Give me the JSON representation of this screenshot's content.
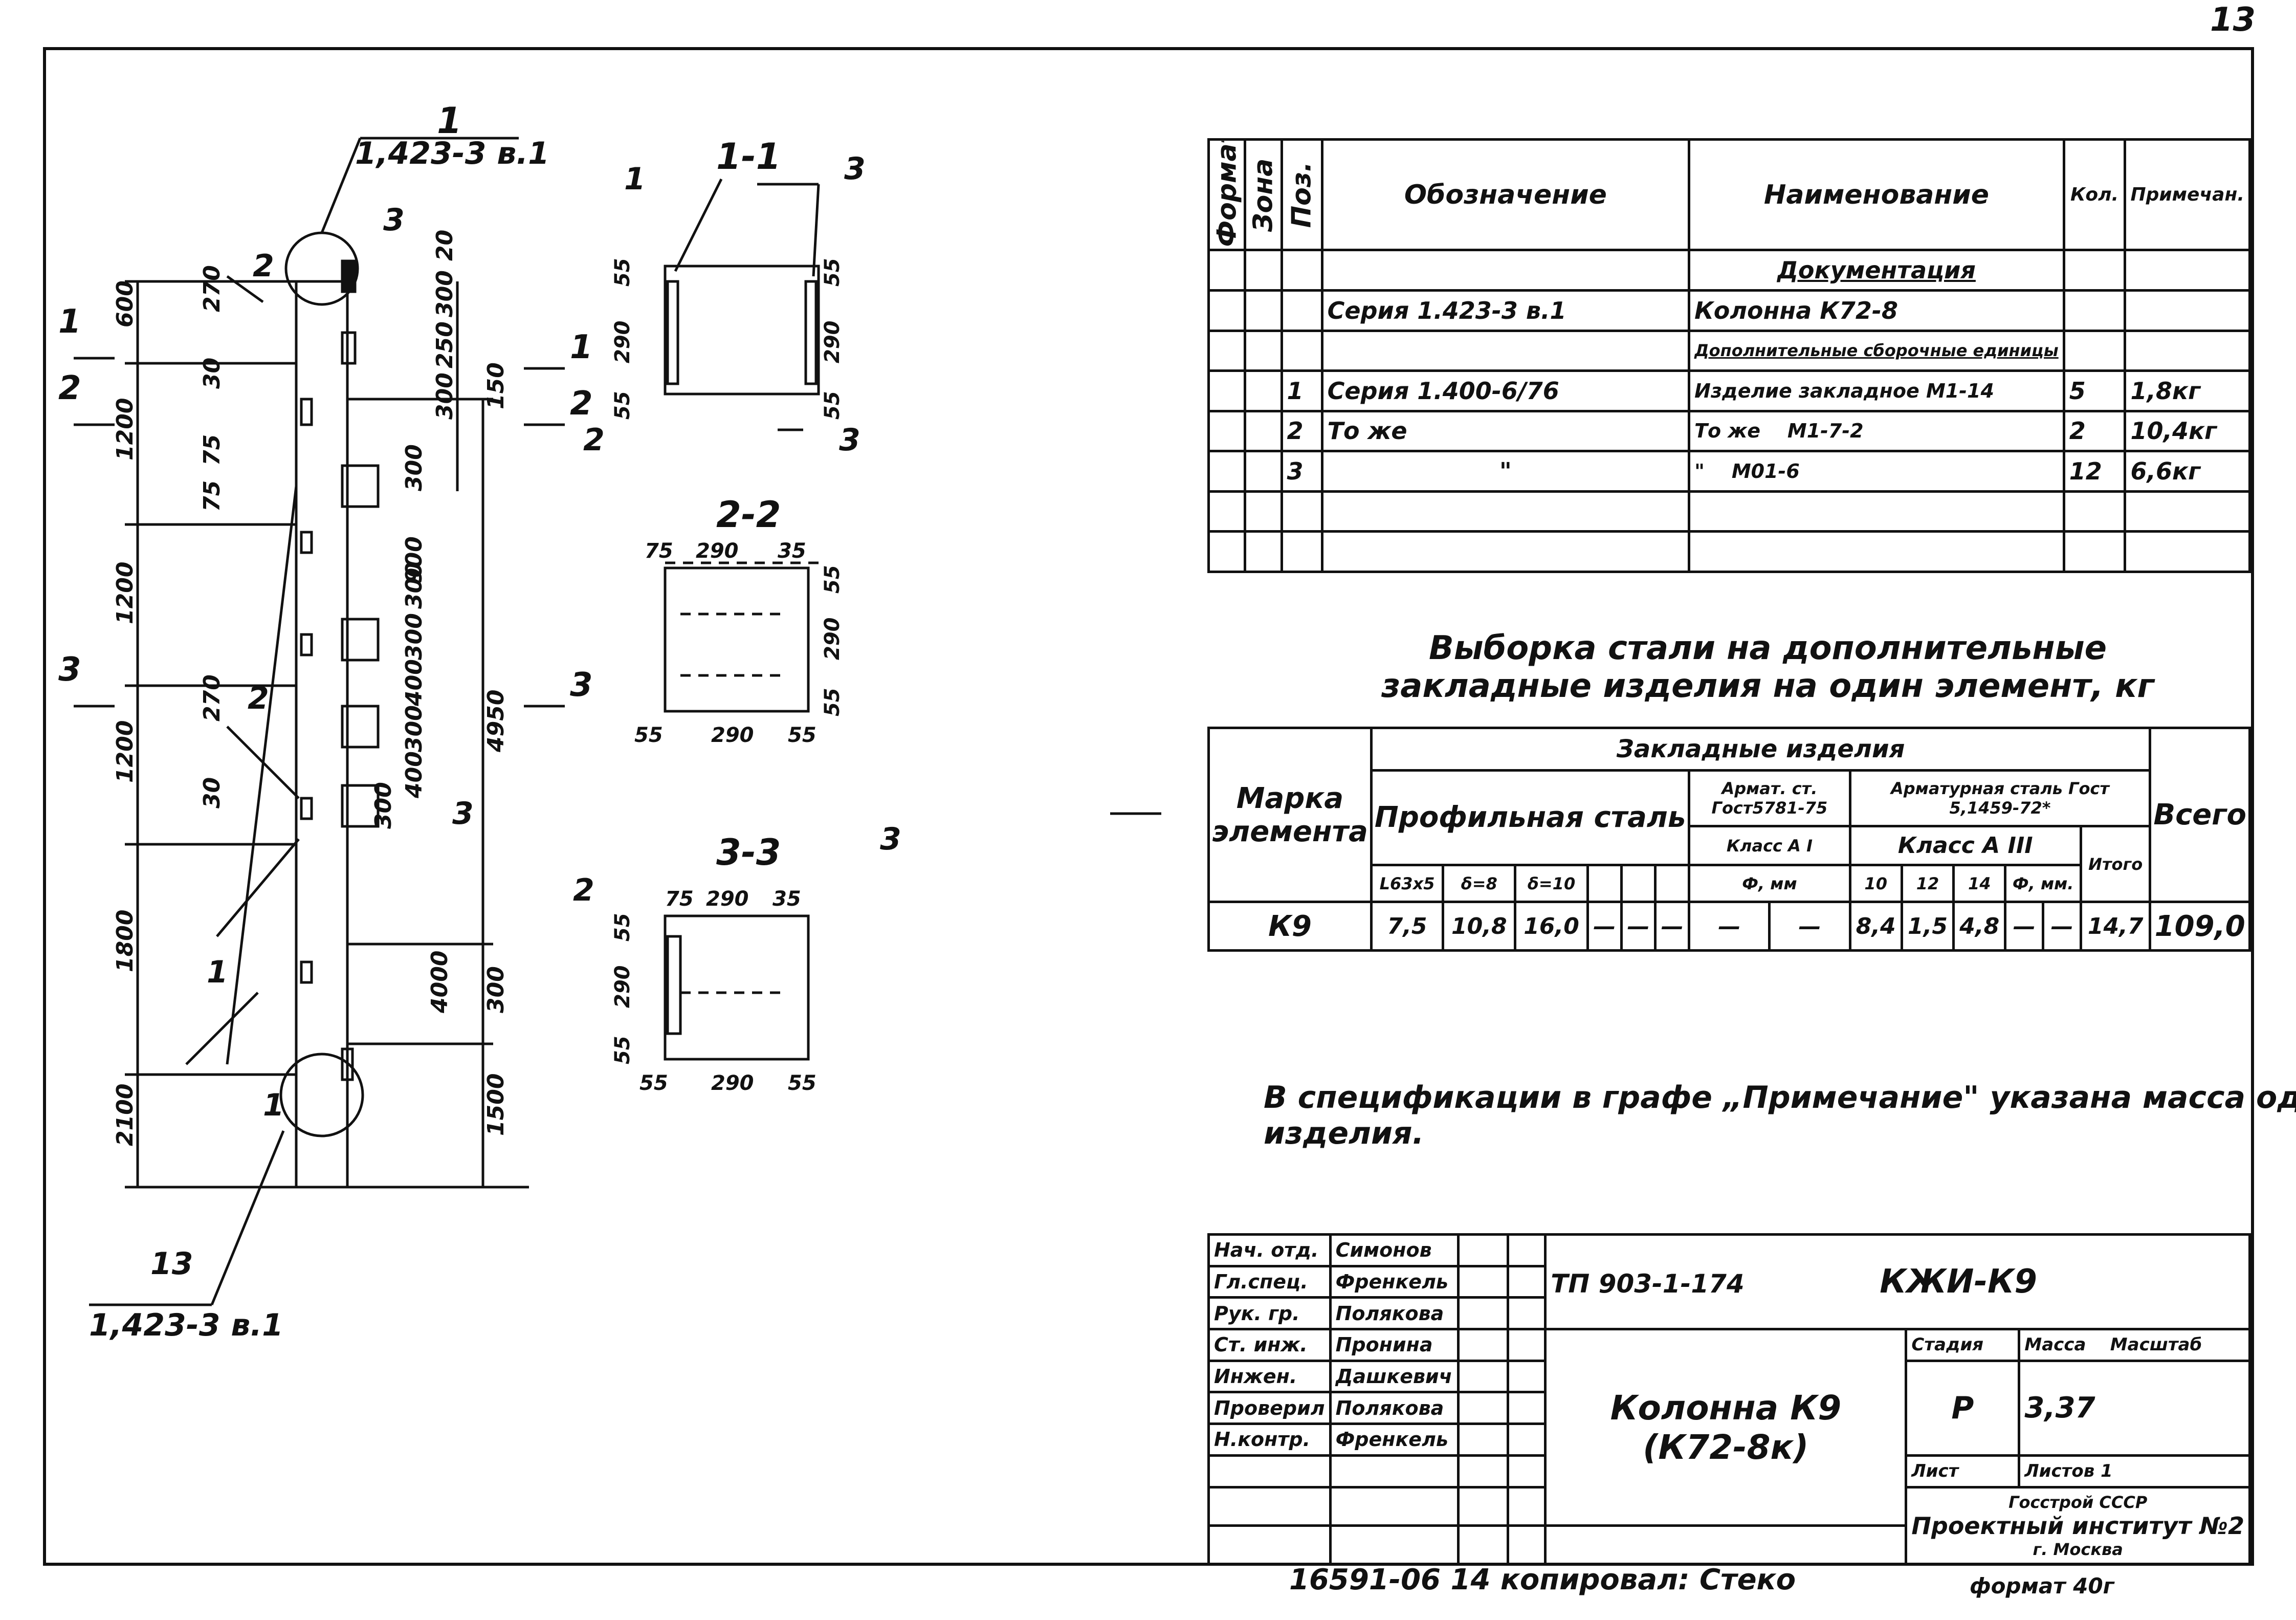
{
  "sheet_number": "13",
  "drawing": {
    "callout_top": {
      "num": "1",
      "ref": "1,423-3 в.1"
    },
    "callout_bottom": {
      "num": "13",
      "ref": "1,423-3 в.1"
    },
    "section_marks": [
      "1",
      "2",
      "3"
    ],
    "left_dims": [
      "600",
      "1200",
      "1200",
      "1200",
      "1800",
      "2100"
    ],
    "small_dims": [
      "270",
      "30",
      "75",
      "75",
      "270",
      "30"
    ],
    "right_dims": [
      "20",
      "300",
      "250",
      "300",
      "300",
      "150",
      "300",
      "900",
      "300",
      "400",
      "300",
      "400",
      "300",
      "4950",
      "4000",
      "300",
      "1500"
    ],
    "pos_labels": [
      "2",
      "3",
      "2",
      "1",
      "3",
      "1"
    ]
  },
  "sections": {
    "s11": {
      "title": "1-1",
      "dims": [
        "55",
        "290",
        "55",
        "55",
        "290",
        "55"
      ],
      "labels": [
        "1",
        "3",
        "2"
      ]
    },
    "s22": {
      "title": "2-2",
      "dims": [
        "75",
        "290",
        "35",
        "55",
        "290",
        "55",
        "55",
        "290",
        "55"
      ],
      "labels": [
        "3"
      ]
    },
    "s33": {
      "title": "3-3",
      "dims": [
        "75",
        "290",
        "35",
        "55",
        "290",
        "55",
        "55",
        "290",
        "55"
      ],
      "labels": [
        "2",
        "3"
      ]
    }
  },
  "spec": {
    "headers": {
      "format": "Формат",
      "zone": "Зона",
      "pos": "Поз.",
      "designation": "Обозначение",
      "name": "Наименование",
      "qty": "Кол.",
      "note": "Примечан."
    },
    "section_doc": "Документация",
    "row_doc": {
      "designation": "Серия 1.423-3 в.1",
      "name": "Колонна К72-8"
    },
    "section_asm": "Дополнительные сборочные единицы",
    "rows": [
      {
        "pos": "1",
        "designation": "Серия 1.400-6/76",
        "name": "Изделие закладное М1-14",
        "qty": "5",
        "note": "1,8кг"
      },
      {
        "pos": "2",
        "designation": "То же",
        "name": "То же    М1-7-2",
        "qty": "2",
        "note": "10,4кг"
      },
      {
        "pos": "3",
        "designation": "\"",
        "name": "\"    М01-6",
        "qty": "12",
        "note": "6,6кг"
      }
    ]
  },
  "selection": {
    "title1": "Выборка стали на дополнительные",
    "title2": "закладные изделия на один элемент, кг",
    "mark_header": "Марка элемента",
    "embedded": "Закладные изделия",
    "profile": "Профильная сталь",
    "armat_st": "Армат. ст. Гост5781-75",
    "armat_steel": "Арматурная сталь Гост 5,1459-72*",
    "class1": "Класс А I",
    "class3": "Класс А III",
    "phi1": "Ф, мм",
    "phi3": "Ф, мм.",
    "total": "Итого",
    "all": "Всего",
    "profile_cols": [
      "L63х5",
      "δ=8",
      "δ=10"
    ],
    "diam_cols": [
      "10",
      "12",
      "14"
    ],
    "row": {
      "mark": "К9",
      "values": [
        "7,5",
        "10,8",
        "16,0",
        "—",
        "—",
        "—",
        "—",
        "—",
        "8,4",
        "1,5",
        "4,8",
        "—",
        "—",
        "14,7"
      ],
      "total": "109,0"
    }
  },
  "notes": {
    "line1": "В спецификации в графе „Примечание\" указана масса одного",
    "line2": "изделия."
  },
  "stamp": {
    "roles": [
      {
        "role": "Нач. отд.",
        "name": "Симонов"
      },
      {
        "role": "Гл.спец.",
        "name": "Френкель"
      },
      {
        "role": "Рук. гр.",
        "name": "Полякова"
      },
      {
        "role": "Ст. инж.",
        "name": "Пронина"
      },
      {
        "role": "Инжен.",
        "name": "Дашкевич"
      },
      {
        "role": "Проверил",
        "name": "Полякова"
      },
      {
        "role": "Н.контр.",
        "name": "Френкель"
      }
    ],
    "project": "ТП 903-1-174",
    "code": "КЖИ-К9",
    "title1": "Колонна К9",
    "title2": "(К72-8к)",
    "stage_h": "Стадия",
    "mass_h": "Масса",
    "scale_h": "Масштаб",
    "stage": "Р",
    "mass": "3,37",
    "sheet_h": "Лист",
    "sheets_h": "Листов 1",
    "org1": "Госстрой СССР",
    "org2": "Проектный институт №2",
    "org3": "г. Москва"
  },
  "footer": {
    "left": "16591-06   14   копировал: Стеко",
    "right": "формат 40г"
  }
}
